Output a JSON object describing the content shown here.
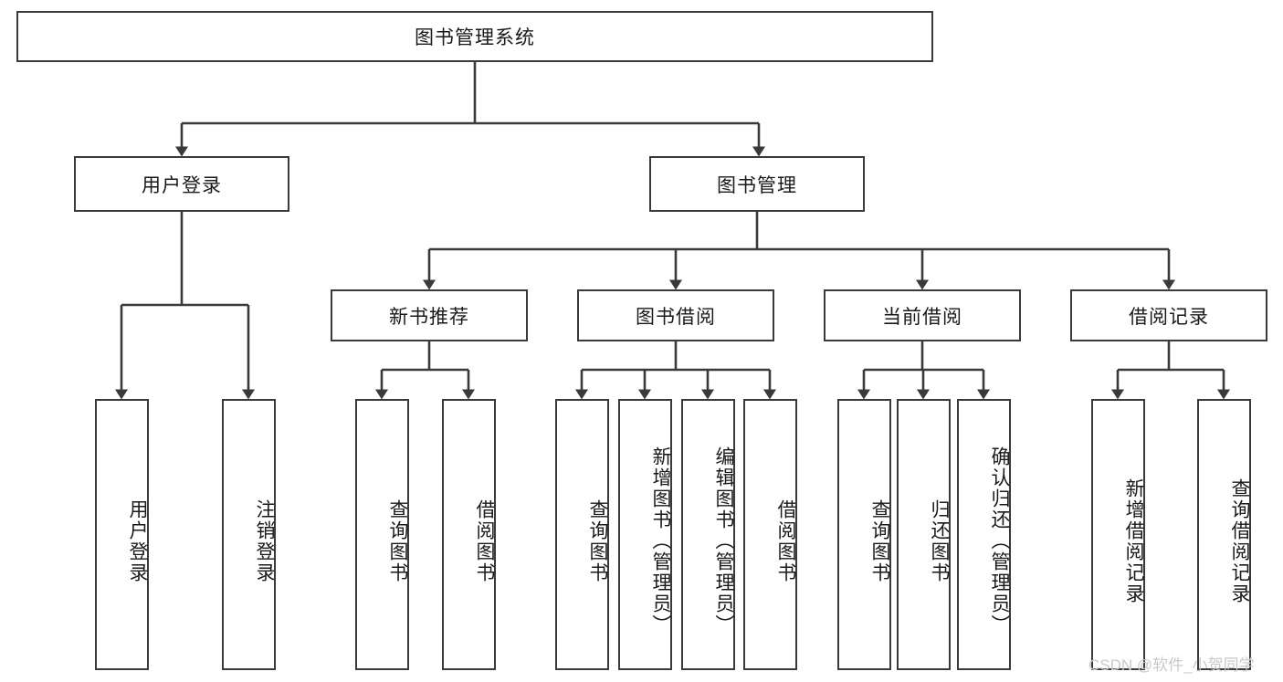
{
  "diagram": {
    "type": "tree-hierarchy",
    "title": "图书管理系统",
    "watermark": "CSDN @软件_小贺同学",
    "colors": {
      "box_border": "#3a3a3a",
      "box_fill": "#ffffff",
      "connector": "#3a3a3a",
      "text": "#1a1a1a",
      "watermark": "#c9c9c9",
      "background": "#ffffff"
    },
    "nodes": {
      "root": {
        "label": "图书管理系统"
      },
      "level2": [
        {
          "id": "user-login",
          "label": "用户登录"
        },
        {
          "id": "book-management",
          "label": "图书管理"
        }
      ],
      "level3": [
        {
          "id": "new-book-recommend",
          "label": "新书推荐"
        },
        {
          "id": "book-borrow",
          "label": "图书借阅"
        },
        {
          "id": "current-borrow",
          "label": "当前借阅"
        },
        {
          "id": "borrow-record",
          "label": "借阅记录"
        }
      ],
      "leaves": {
        "user-login": [
          {
            "id": "leaf-user-login",
            "label": "用户登录"
          },
          {
            "id": "leaf-logout-login",
            "label": "注销登录"
          }
        ],
        "new-book-recommend": [
          {
            "id": "leaf-query-book-1",
            "label": "查询图书"
          },
          {
            "id": "leaf-borrow-book-1",
            "label": "借阅图书"
          }
        ],
        "book-borrow": [
          {
            "id": "leaf-query-book-2",
            "label": "查询图书"
          },
          {
            "id": "leaf-add-book",
            "label": "新增图书（管理员）"
          },
          {
            "id": "leaf-edit-book",
            "label": "编辑图书（管理员）"
          },
          {
            "id": "leaf-borrow-book-2",
            "label": "借阅图书"
          }
        ],
        "current-borrow": [
          {
            "id": "leaf-query-book-3",
            "label": "查询图书"
          },
          {
            "id": "leaf-return-book",
            "label": "归还图书"
          },
          {
            "id": "leaf-confirm-return",
            "label": "确认归还（管理员）"
          }
        ],
        "borrow-record": [
          {
            "id": "leaf-add-record",
            "label": "新增借阅记录"
          },
          {
            "id": "leaf-query-record",
            "label": "查询借阅记录"
          }
        ]
      }
    }
  }
}
